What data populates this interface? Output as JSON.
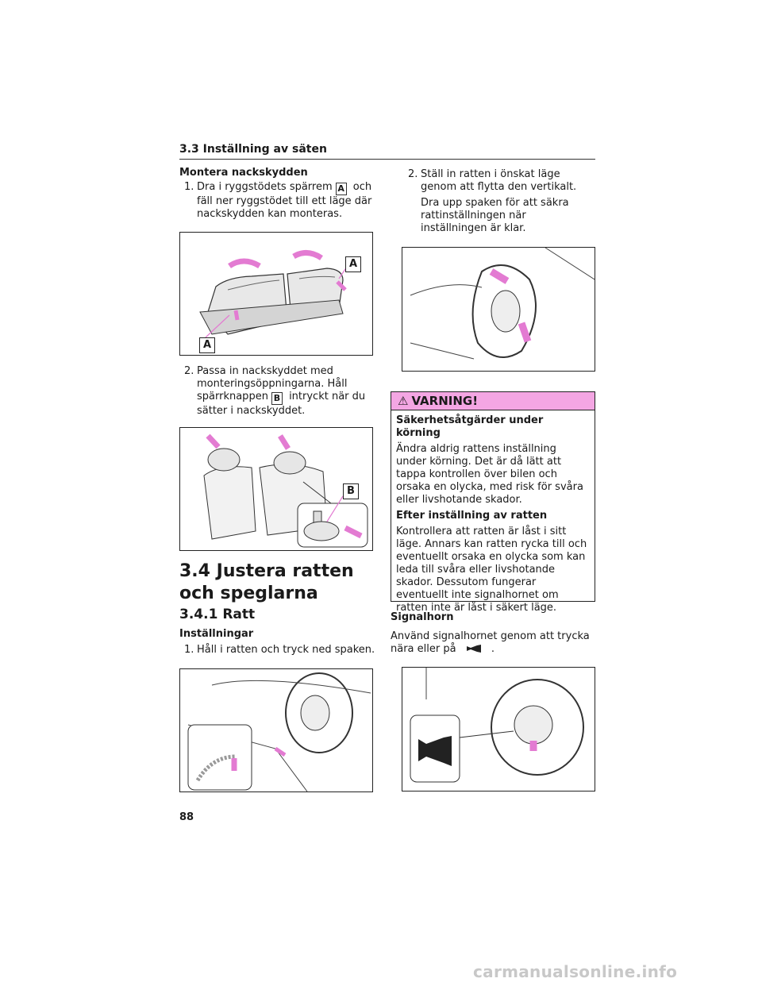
{
  "header": {
    "section": "3.3  Inställning av säten"
  },
  "left": {
    "subheading1": "Montera nackskydden",
    "step1": {
      "num": "1.",
      "pre": "Dra i ryggstödets spärrem",
      "key": "A",
      "post": " och fäll ner ryggstödet till ett läge där nackskydden kan monteras."
    },
    "fig1_labels": [
      "A",
      "A"
    ],
    "step2": {
      "num": "2.",
      "pre": "Passa in nackskyddet med monteringsöppningarna. Håll spärrknappen",
      "key": "B",
      "post": " intryckt när du sätter i nackskyddet."
    },
    "fig2_label": "B",
    "h2": "3.4  Justera ratten och speglarna",
    "h3": "3.4.1  Ratt",
    "subheading2": "Inställningar",
    "step3": {
      "num": "1.",
      "text": "Håll i ratten och tryck ned spaken."
    }
  },
  "right": {
    "step4": {
      "num": "2.",
      "text": "Ställ in ratten i önskat läge genom att flytta den vertikalt."
    },
    "step4_extra": "Dra upp spaken för att säkra rattinställningen när inställningen är klar.",
    "warning": {
      "title": "VARNING!",
      "h1": "Säkerhetsåtgärder under körning",
      "p1": "Ändra aldrig rattens inställning under körning. Det är då lätt att tappa kontrollen över bilen och orsaka en olycka, med risk för svåra eller livshotande skador.",
      "h2": "Efter inställning av ratten",
      "p2": "Kontrollera att ratten är låst i sitt läge. Annars kan ratten rycka till och eventuellt orsaka en olycka som kan leda till svåra eller livshotande skador. Dessutom fungerar eventuellt inte signalhornet om ratten inte är låst i säkert läge."
    },
    "horn_heading": "Signalhorn",
    "horn_text_pre": "Använd signalhornet genom att trycka nära eller på",
    "horn_text_post": "."
  },
  "page_number": "88",
  "watermark": "carmanualsonline.info",
  "colors": {
    "accent_pink": "#f4a6e3"
  }
}
